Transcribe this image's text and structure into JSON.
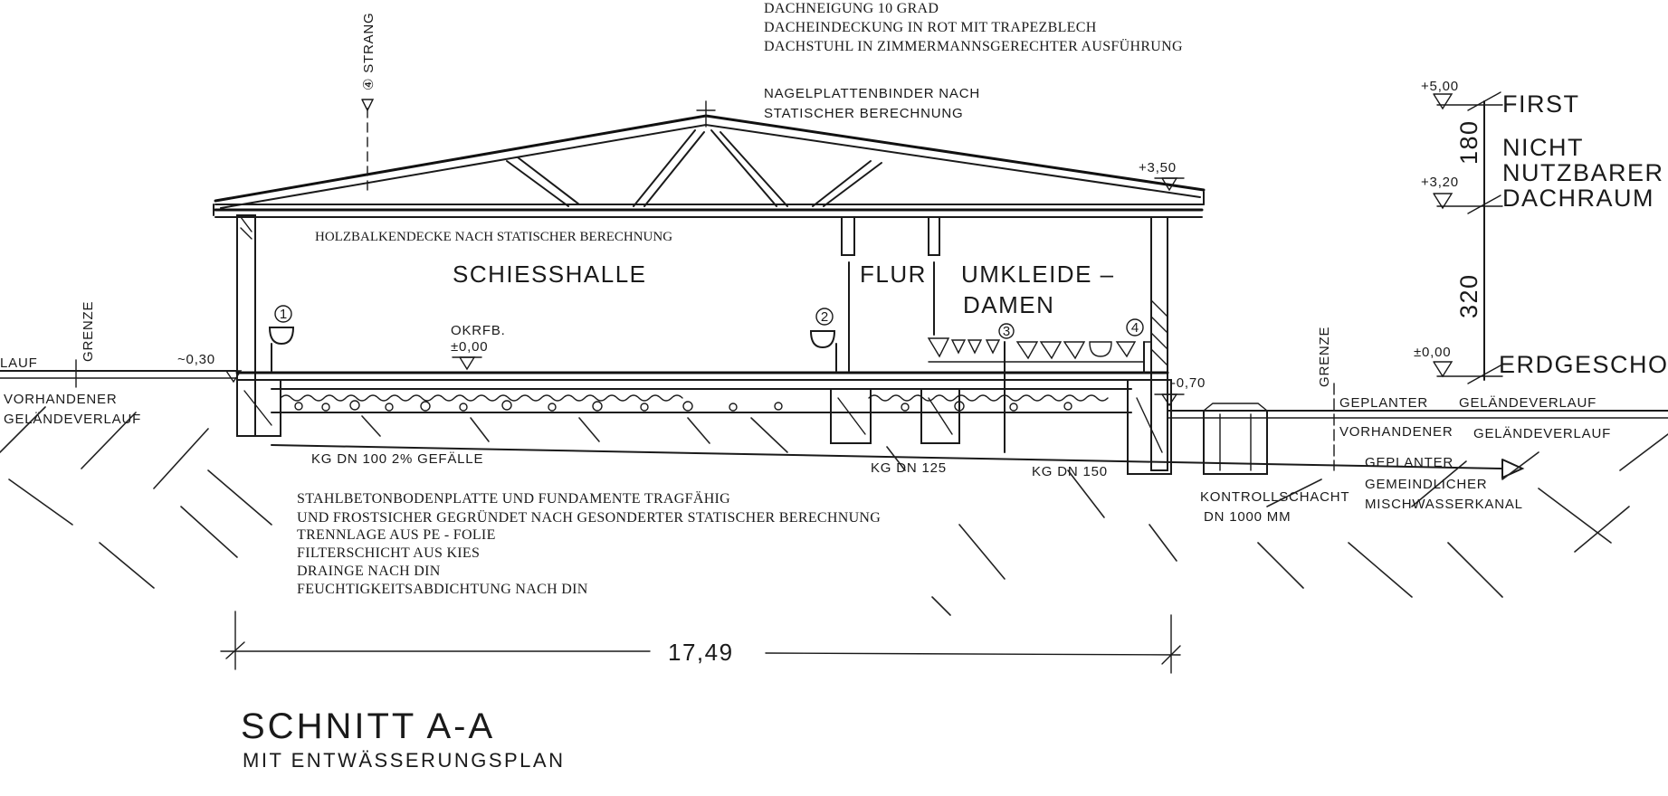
{
  "drawing": {
    "title": "SCHNITT A-A",
    "subtitle": "MIT ENTWÄSSERUNGSPLAN",
    "roof_notes": [
      "DACHNEIGUNG    10 GRAD",
      "DACHEINDECKUNG IN ROT MIT    TRAPEZBLECH",
      "DACHSTUHL IN ZIMMERMANNSGERECHTER AUSFÜHRUNG"
    ],
    "truss_notes": [
      "NAGELPLATTENBINDER NACH",
      "STATISCHER    BERECHNUNG"
    ],
    "ceiling_note": "HOLZBALKENDECKE NACH STATISCHER BERECHNUNG",
    "strang_label": "④ STRANG",
    "rooms": {
      "schiesshalle": "SCHIESSHALLE",
      "flur": "FLUR",
      "umkleide_1": "UMKLEIDE –",
      "umkleide_2": "DAMEN"
    },
    "okrfb": "OKRFB.",
    "okrfb_level": "±0,00",
    "levels": {
      "roof_edge": "+3,50",
      "left_ground": "~0,30",
      "right_ground": "-0,70"
    },
    "grenze": "GRENZE",
    "left_lauf": "LAUF",
    "vorhandener_left": [
      "VORHANDENER",
      "GELÄNDEVERLAUF"
    ],
    "pipes": {
      "kg100": "KG   DN  100    2% GEFÄLLE",
      "kg125": "KG DN 125",
      "kg150": "KG DN 150"
    },
    "foundation_notes": [
      "STAHLBETONBODENPLATTE UND FUNDAMENTE TRAGFÄHIG",
      "UND FROSTSICHER GEGRÜNDET NACH GESONDERTER STATISCHER BERECHNUNG",
      "TRENNLAGE AUS PE - FOLIE",
      "FILTERSCHICHT  AUS KIES",
      "DRAINGE NACH DIN",
      "FEUCHTIGKEITSABDICHTUNG NACH DIN"
    ],
    "dimension": "17,49",
    "kontrollschacht": [
      "KONTROLLSCHACHT",
      "DN  1000  MM"
    ],
    "right_site": {
      "geplanter": "GEPLANTER",
      "gelaendeverlauf": "GELÄNDEVERLAUF",
      "vorhandener": "VORHANDENER",
      "gelaendeverlauf2": "GELÄNDEVERLAUF",
      "geplanter2": "GEPLANTER",
      "gemeindlicher": "GEMEINDLICHER",
      "mischwasserkanal": "MISCHWASSERKANAL"
    },
    "height_scale": {
      "first_level": "+5,00",
      "first_label": "FIRST",
      "dim_180": "180",
      "nicht": "NICHT",
      "nutzbarer": "NUTZBARER",
      "dachraum": "DACHRAUM",
      "mid_level": "+3,20",
      "dim_320": "320",
      "eg_level": "±0,00",
      "eg_label": "ERDGESCHOSS"
    },
    "markers": [
      "1",
      "2",
      "3",
      "4"
    ]
  }
}
